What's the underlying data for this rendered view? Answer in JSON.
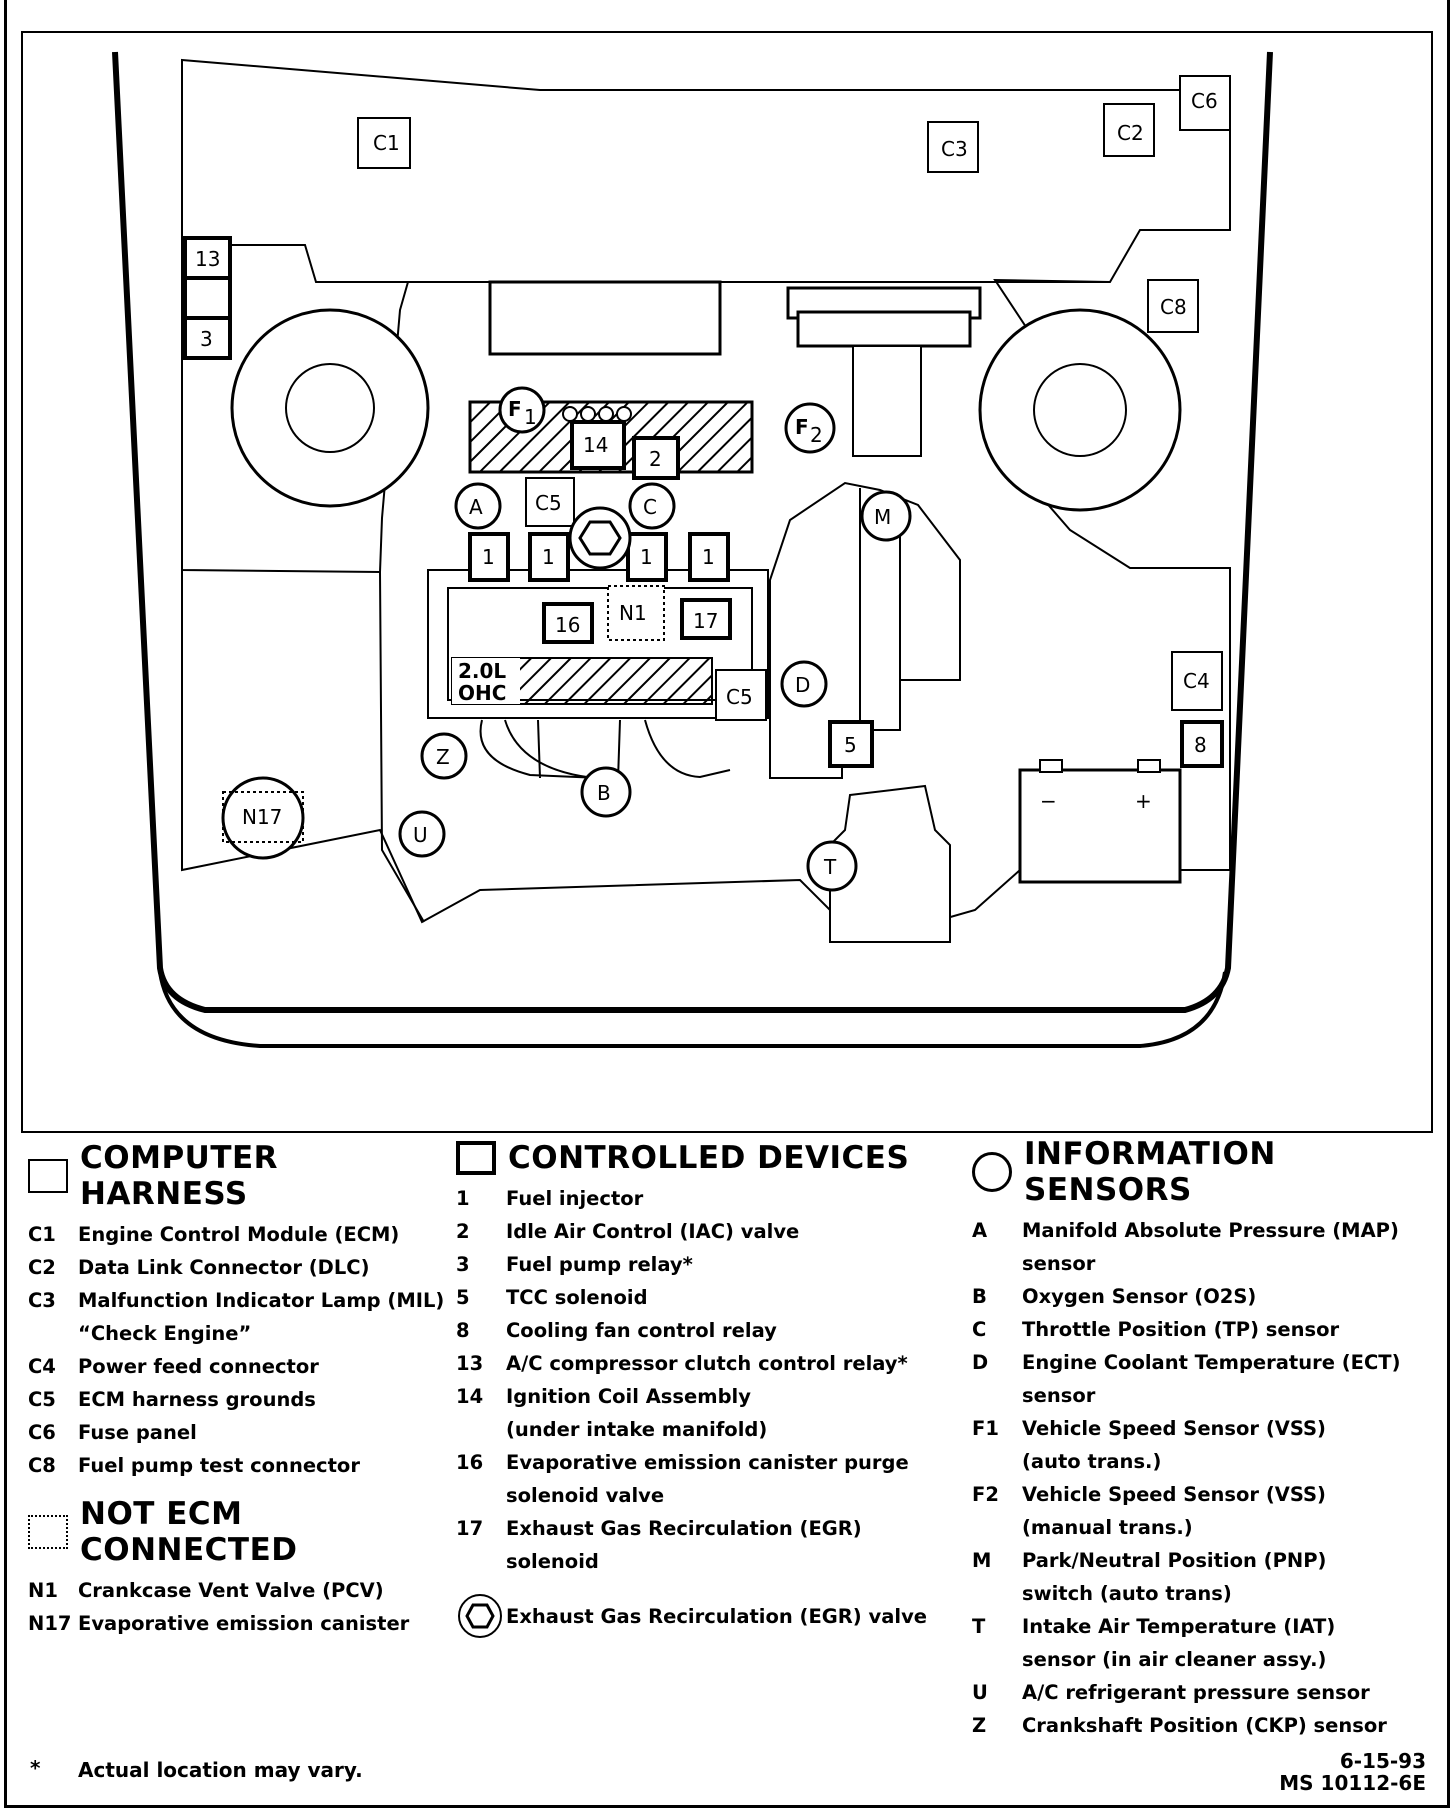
{
  "diagram": {
    "labels": {
      "c1": "C1",
      "c2": "C2",
      "c3": "C3",
      "c4": "C4",
      "c5a": "C5",
      "c5b": "C5",
      "c6": "C6",
      "c8": "C8",
      "r13": "13",
      "r3": "3",
      "r14": "14",
      "r2": "2",
      "inj1": "1",
      "inj2": "1",
      "inj3": "1",
      "inj4": "1",
      "r16": "16",
      "r17": "17",
      "r5": "5",
      "r8": "8",
      "n1": "N1",
      "n17": "N17",
      "engine_line1": "2.0L",
      "engine_line2": "OHC",
      "sA": "A",
      "sB": "B",
      "sC": "C",
      "sD": "D",
      "sM": "M",
      "sT": "T",
      "sU": "U",
      "sZ": "Z",
      "sF1": "F",
      "sF1sub": "1",
      "sF2": "F",
      "sF2sub": "2",
      "batt_minus": "−",
      "batt_plus": "+"
    }
  },
  "legend": {
    "computer_harness": {
      "title": "COMPUTER HARNESS",
      "items": [
        {
          "code": "C1",
          "desc": "Engine Control Module (ECM)"
        },
        {
          "code": "C2",
          "desc": "Data Link Connector (DLC)"
        },
        {
          "code": "C3",
          "desc": "Malfunction Indicator Lamp (MIL)"
        },
        {
          "code": "",
          "desc": "“Check Engine”"
        },
        {
          "code": "C4",
          "desc": "Power feed connector"
        },
        {
          "code": "C5",
          "desc": "ECM harness grounds"
        },
        {
          "code": "C6",
          "desc": "Fuse panel"
        },
        {
          "code": "C8",
          "desc": "Fuel pump test connector"
        }
      ]
    },
    "not_ecm": {
      "title": "NOT ECM CONNECTED",
      "items": [
        {
          "code": "N1",
          "desc": "Crankcase Vent Valve (PCV)"
        },
        {
          "code": "N17",
          "desc": "Evaporative emission canister"
        }
      ]
    },
    "controlled_devices": {
      "title": "CONTROLLED DEVICES",
      "items": [
        {
          "code": "1",
          "desc": "Fuel injector"
        },
        {
          "code": "2",
          "desc": "Idle Air Control (IAC) valve"
        },
        {
          "code": "3",
          "desc": "Fuel pump relay*"
        },
        {
          "code": "5",
          "desc": "TCC solenoid"
        },
        {
          "code": "8",
          "desc": "Cooling fan control relay"
        },
        {
          "code": "13",
          "desc": "A/C compressor clutch control relay*"
        },
        {
          "code": "14",
          "desc": "Ignition Coil Assembly"
        },
        {
          "code": "",
          "desc": "(under intake manifold)"
        },
        {
          "code": "16",
          "desc": "Evaporative emission canister purge"
        },
        {
          "code": "",
          "desc": "solenoid valve"
        },
        {
          "code": "17",
          "desc": "Exhaust Gas Recirculation (EGR) solenoid"
        }
      ],
      "egr_valve": "Exhaust Gas Recirculation (EGR) valve"
    },
    "information_sensors": {
      "title": "INFORMATION SENSORS",
      "items": [
        {
          "code": "A",
          "desc": "Manifold Absolute Pressure (MAP)"
        },
        {
          "code": "",
          "desc": "sensor"
        },
        {
          "code": "B",
          "desc": "Oxygen Sensor (O2S)"
        },
        {
          "code": "C",
          "desc": "Throttle Position (TP) sensor"
        },
        {
          "code": "D",
          "desc": "Engine Coolant Temperature (ECT)"
        },
        {
          "code": "",
          "desc": "sensor"
        },
        {
          "code": "F1",
          "desc": "Vehicle Speed Sensor (VSS)"
        },
        {
          "code": "",
          "desc": "(auto trans.)"
        },
        {
          "code": "F2",
          "desc": "Vehicle Speed Sensor (VSS)"
        },
        {
          "code": "",
          "desc": "(manual trans.)"
        },
        {
          "code": "M",
          "desc": "Park/Neutral Position (PNP)"
        },
        {
          "code": "",
          "desc": "switch (auto trans)"
        },
        {
          "code": "T",
          "desc": "Intake Air Temperature (IAT)"
        },
        {
          "code": "",
          "desc": "sensor (in air cleaner assy.)"
        },
        {
          "code": "U",
          "desc": "A/C refrigerant pressure sensor"
        },
        {
          "code": "Z",
          "desc": "Crankshaft Position (CKP) sensor"
        }
      ]
    }
  },
  "footer": {
    "asterisk": "*",
    "note": "Actual location may vary.",
    "date": "6-15-93",
    "code": "MS 10112-6E"
  }
}
